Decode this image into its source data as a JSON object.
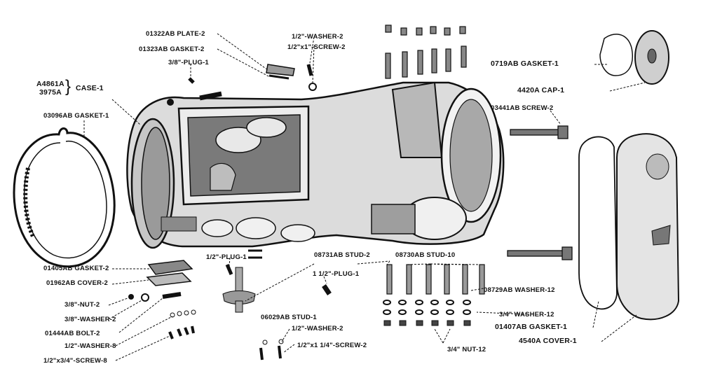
{
  "labels": {
    "plate": "01322AB PLATE-2",
    "gasket_plate": "01323AB GASKET-2",
    "plug_top": "3/8\"-PLUG-1",
    "washer_top": "1/2\"-WASHER-2",
    "screw_top": "1/2\"x1\"-SCREW-2",
    "case_part1": "A4861A",
    "case_part2": "3975A",
    "case_name": "CASE-1",
    "gasket_left": "03096AB GASKET-1",
    "gasket_cap": "0719AB GASKET-1",
    "cap": "4420A CAP-1",
    "screw_right": "03441AB SCREW-2",
    "gasket_01405": "01405AB GASKET-2",
    "cover_01962": "01962AB COVER-2",
    "nut_small": "3/8\"-NUT-2",
    "washer_small": "3/8\"-WASHER-2",
    "bolt": "01444AB BOLT-2",
    "washer_8": "1/2\"-WASHER-8",
    "screw_8": "1/2\"x3/4\"-SCREW-8",
    "plug_mid": "1/2\"-PLUG-1",
    "stud_08731": "08731AB STUD-2",
    "stud_08730": "08730AB STUD-10",
    "plug_lower": "1 1/2\"-PLUG-1",
    "stud_06029": "06029AB STUD-1",
    "washer_08729": "08729AB WASHER-12",
    "washer_12": "3/4\" WASHER-12",
    "nut_12": "3/4\" NUT-12",
    "washer_bottom": "1/2\"-WASHER-2",
    "screw_bottom": "1/2\"x1 1/4\"-SCREW-2",
    "gasket_01407": "01407AB GASKET-1",
    "cover_4540": "4540A COVER-1"
  }
}
